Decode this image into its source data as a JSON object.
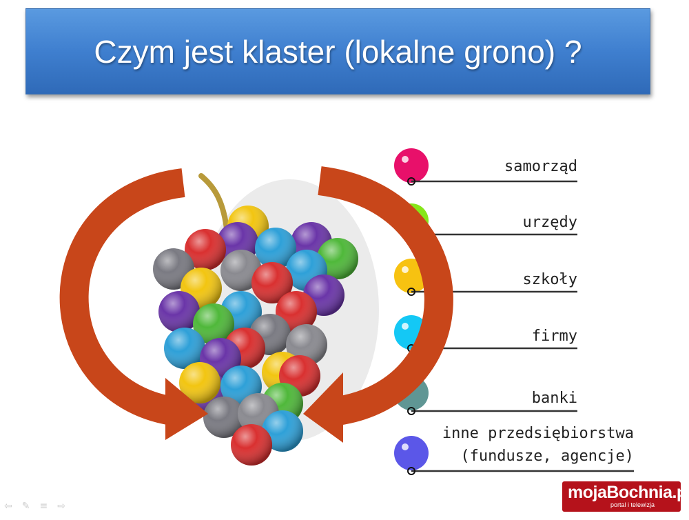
{
  "slide": {
    "title": "Czym jest klaster (lokalne grono) ?"
  },
  "legend": [
    {
      "label": "samorząd",
      "color": "#e8106a"
    },
    {
      "label": "urzędy",
      "color": "#86e61a"
    },
    {
      "label": "szkoły",
      "color": "#f7c211"
    },
    {
      "label": "firmy",
      "color": "#14c8f5"
    },
    {
      "label": "banki",
      "color": "#5f9694"
    },
    {
      "label": "inne przedsiębiorstwa",
      "label2": "(fundusze, agencje)",
      "color": "#5b57e8"
    }
  ],
  "arrow_color": "#c8461a",
  "logo": {
    "main": "mojaBochnia.pl",
    "sub": "portal i telewizja"
  },
  "nav": {
    "prev": "⇦",
    "pen": "✎",
    "menu": "≡",
    "next": "⇨"
  }
}
